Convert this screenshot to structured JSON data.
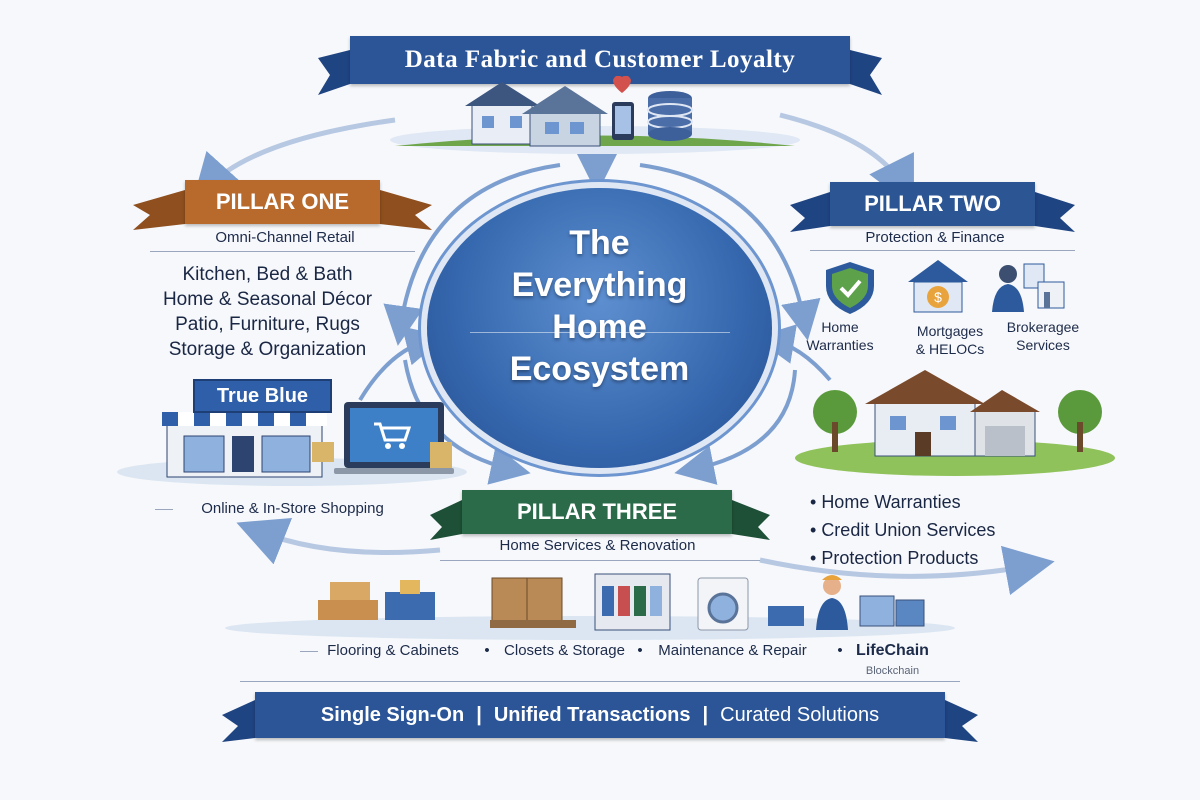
{
  "top_banner": "Data Fabric and Customer Loyalty",
  "center": {
    "lines": [
      "The",
      "Everything",
      "Home",
      "Ecosystem"
    ]
  },
  "pillar_one": {
    "title": "PILLAR ONE",
    "subtitle": "Omni-Channel Retail",
    "items": [
      "Kitchen, Bed & Bath",
      "Home & Seasonal Décor",
      "Patio, Furniture, Rugs",
      "Storage & Organization"
    ],
    "store_sign": "True Blue",
    "caption": "Online & In-Store Shopping"
  },
  "pillar_two": {
    "title": "PILLAR TWO",
    "subtitle": "Protection & Finance",
    "icons": [
      {
        "line1": "Home",
        "line2": "Warranties",
        "icon": "shield-check-icon"
      },
      {
        "line1": "Mortgages",
        "line2": "& HELOCs",
        "icon": "house-coin-icon"
      },
      {
        "line1": "Brokeragee",
        "line2": "Services",
        "icon": "advisor-icon"
      }
    ],
    "bullets": [
      "Home Warranties",
      "Credit Union Services",
      "Protection Products"
    ]
  },
  "pillar_three": {
    "title": "PILLAR THREE",
    "subtitle": "Home Services & Renovation",
    "items": [
      "Flooring & Cabinets",
      "Closets & Storage",
      "Maintenance & Repair"
    ],
    "lifechain": "LifeChain",
    "lifechain_sub": "Blockchain"
  },
  "bottom_banner": {
    "part1": "Single Sign-On",
    "sep1": "|",
    "part2": "Unified Transactions",
    "sep2": "|",
    "part3": "Curated Solutions"
  },
  "colors": {
    "navy": "#2c5597",
    "orange": "#b86a2c",
    "green": "#2b6b4a",
    "circle": "#3567ae"
  }
}
